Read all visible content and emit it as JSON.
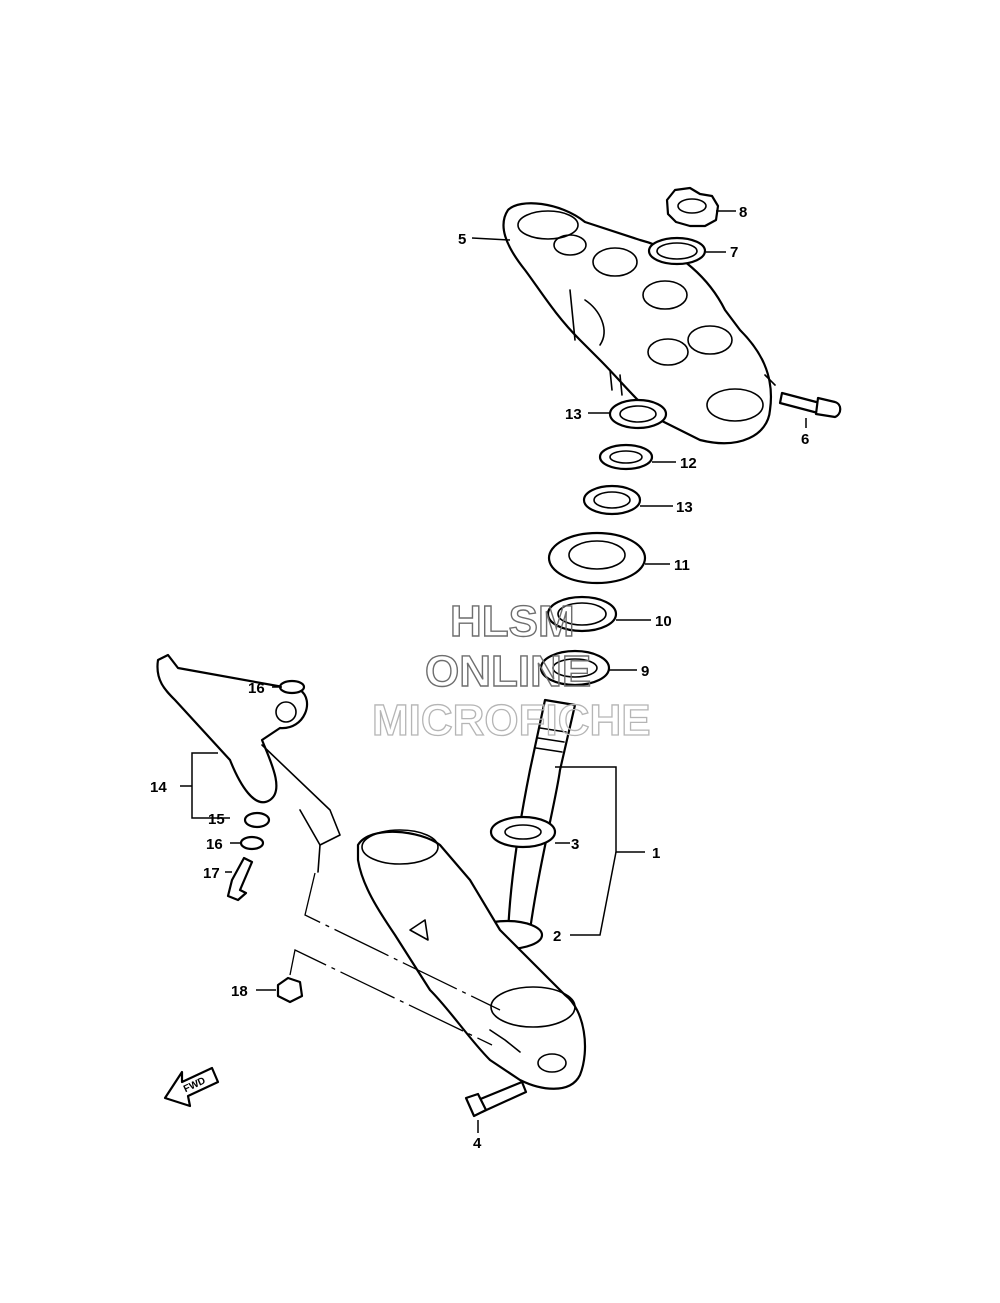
{
  "callouts": {
    "c1": "1",
    "c2": "2",
    "c3": "3",
    "c4": "4",
    "c5": "5",
    "c6": "6",
    "c7": "7",
    "c8": "8",
    "c9": "9",
    "c10": "10",
    "c11": "11",
    "c12": "12",
    "c13a": "13",
    "c13b": "13",
    "c14": "14",
    "c15": "15",
    "c16a": "16",
    "c16b": "16",
    "c17": "17",
    "c18": "18"
  },
  "watermark": {
    "line1": "HLSM",
    "line2": "ONLINE",
    "line3": "MICROFICHE"
  },
  "fwd_arrow": {
    "label": "FWD"
  }
}
